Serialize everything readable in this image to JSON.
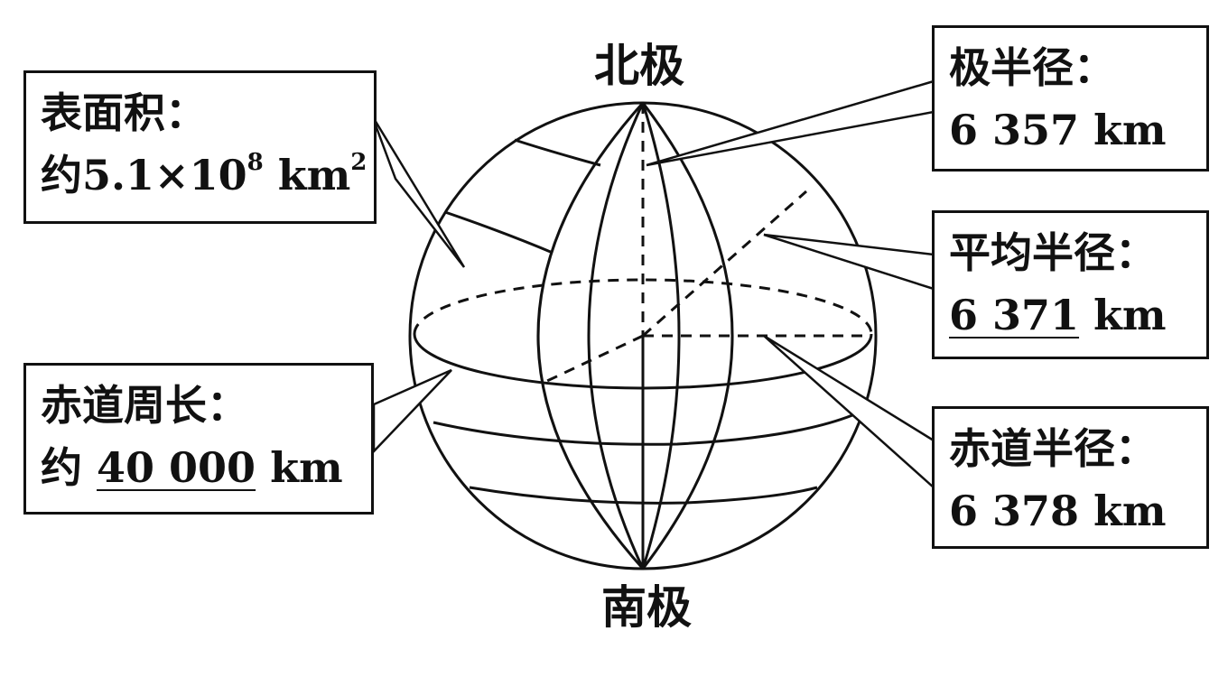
{
  "poles": {
    "north": "北极",
    "south": "南极"
  },
  "callouts": {
    "surface_area": {
      "label": "表面积：",
      "prefix": "约",
      "mantissa": "5.1×10",
      "exponent": "8",
      "unit": " km",
      "unit_exponent": "2"
    },
    "equatorial_circumference": {
      "label": "赤道周长：",
      "prefix": "约",
      "value": "40 000",
      "unit": " km"
    },
    "polar_radius": {
      "label": "极半径：",
      "value": "6 357 km"
    },
    "mean_radius": {
      "label": "平均半径：",
      "value": "6 371",
      "unit": " km"
    },
    "equatorial_radius": {
      "label": "赤道半径：",
      "value": "6 378 km"
    }
  },
  "colors": {
    "ink": "#111111",
    "background": "#ffffff"
  }
}
